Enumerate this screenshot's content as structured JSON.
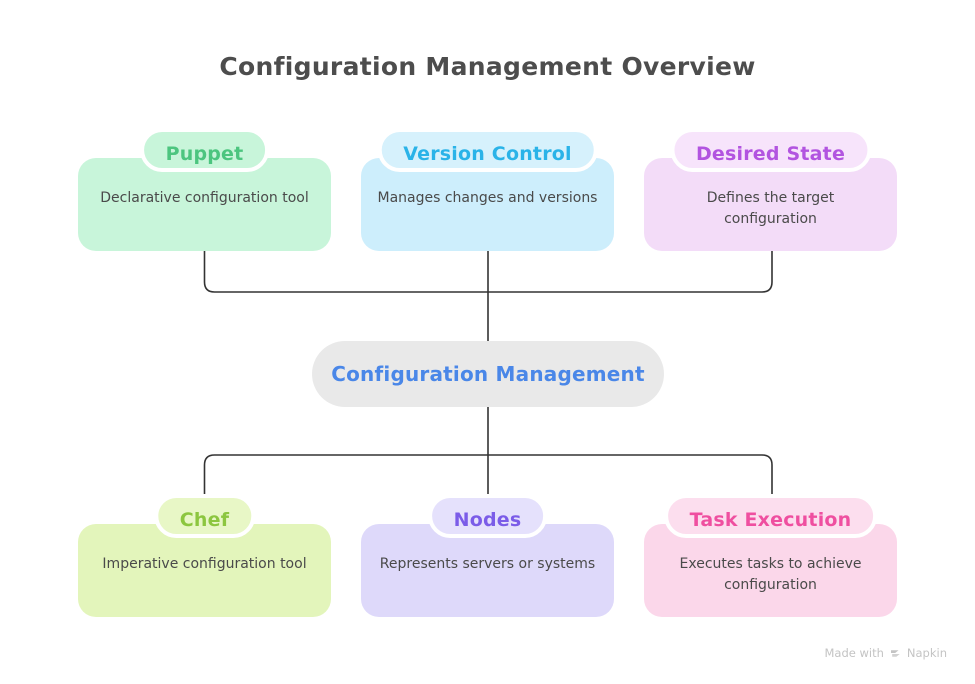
{
  "title": "Configuration Management Overview",
  "background_color": "#ffffff",
  "connector_color": "#333333",
  "center_node": {
    "label": "Configuration Management",
    "text_color": "#4a87e8",
    "background_color": "#e9e9e9"
  },
  "top_row": [
    {
      "header": "Puppet",
      "body": "Declarative configuration tool",
      "body_color": "#c8f5da",
      "header_color": "#c8f5da",
      "header_text_color": "#4cc57f"
    },
    {
      "header": "Version Control",
      "body": "Manages changes and versions",
      "body_color": "#cdeefc",
      "header_color": "#d6f1fc",
      "header_text_color": "#2ab3e8"
    },
    {
      "header": "Desired State",
      "body": "Defines the target configuration",
      "body_color": "#f3dcf8",
      "header_color": "#f7e4fb",
      "header_text_color": "#b254e0"
    }
  ],
  "bottom_row": [
    {
      "header": "Chef",
      "body": "Imperative configuration tool",
      "body_color": "#e3f5bb",
      "header_color": "#e8f7c6",
      "header_text_color": "#8cc63f"
    },
    {
      "header": "Nodes",
      "body": "Represents servers or systems",
      "body_color": "#ded9fa",
      "header_color": "#e5e1fc",
      "header_text_color": "#7b5ce8"
    },
    {
      "header": "Task Execution",
      "body": "Executes tasks to achieve configuration",
      "body_color": "#fbd7ea",
      "header_color": "#fcdeee",
      "header_text_color": "#ef4fa0"
    }
  ],
  "watermark": {
    "prefix": "Made with",
    "brand": "Napkin",
    "logo_icon": "napkin-chevrons-icon"
  }
}
